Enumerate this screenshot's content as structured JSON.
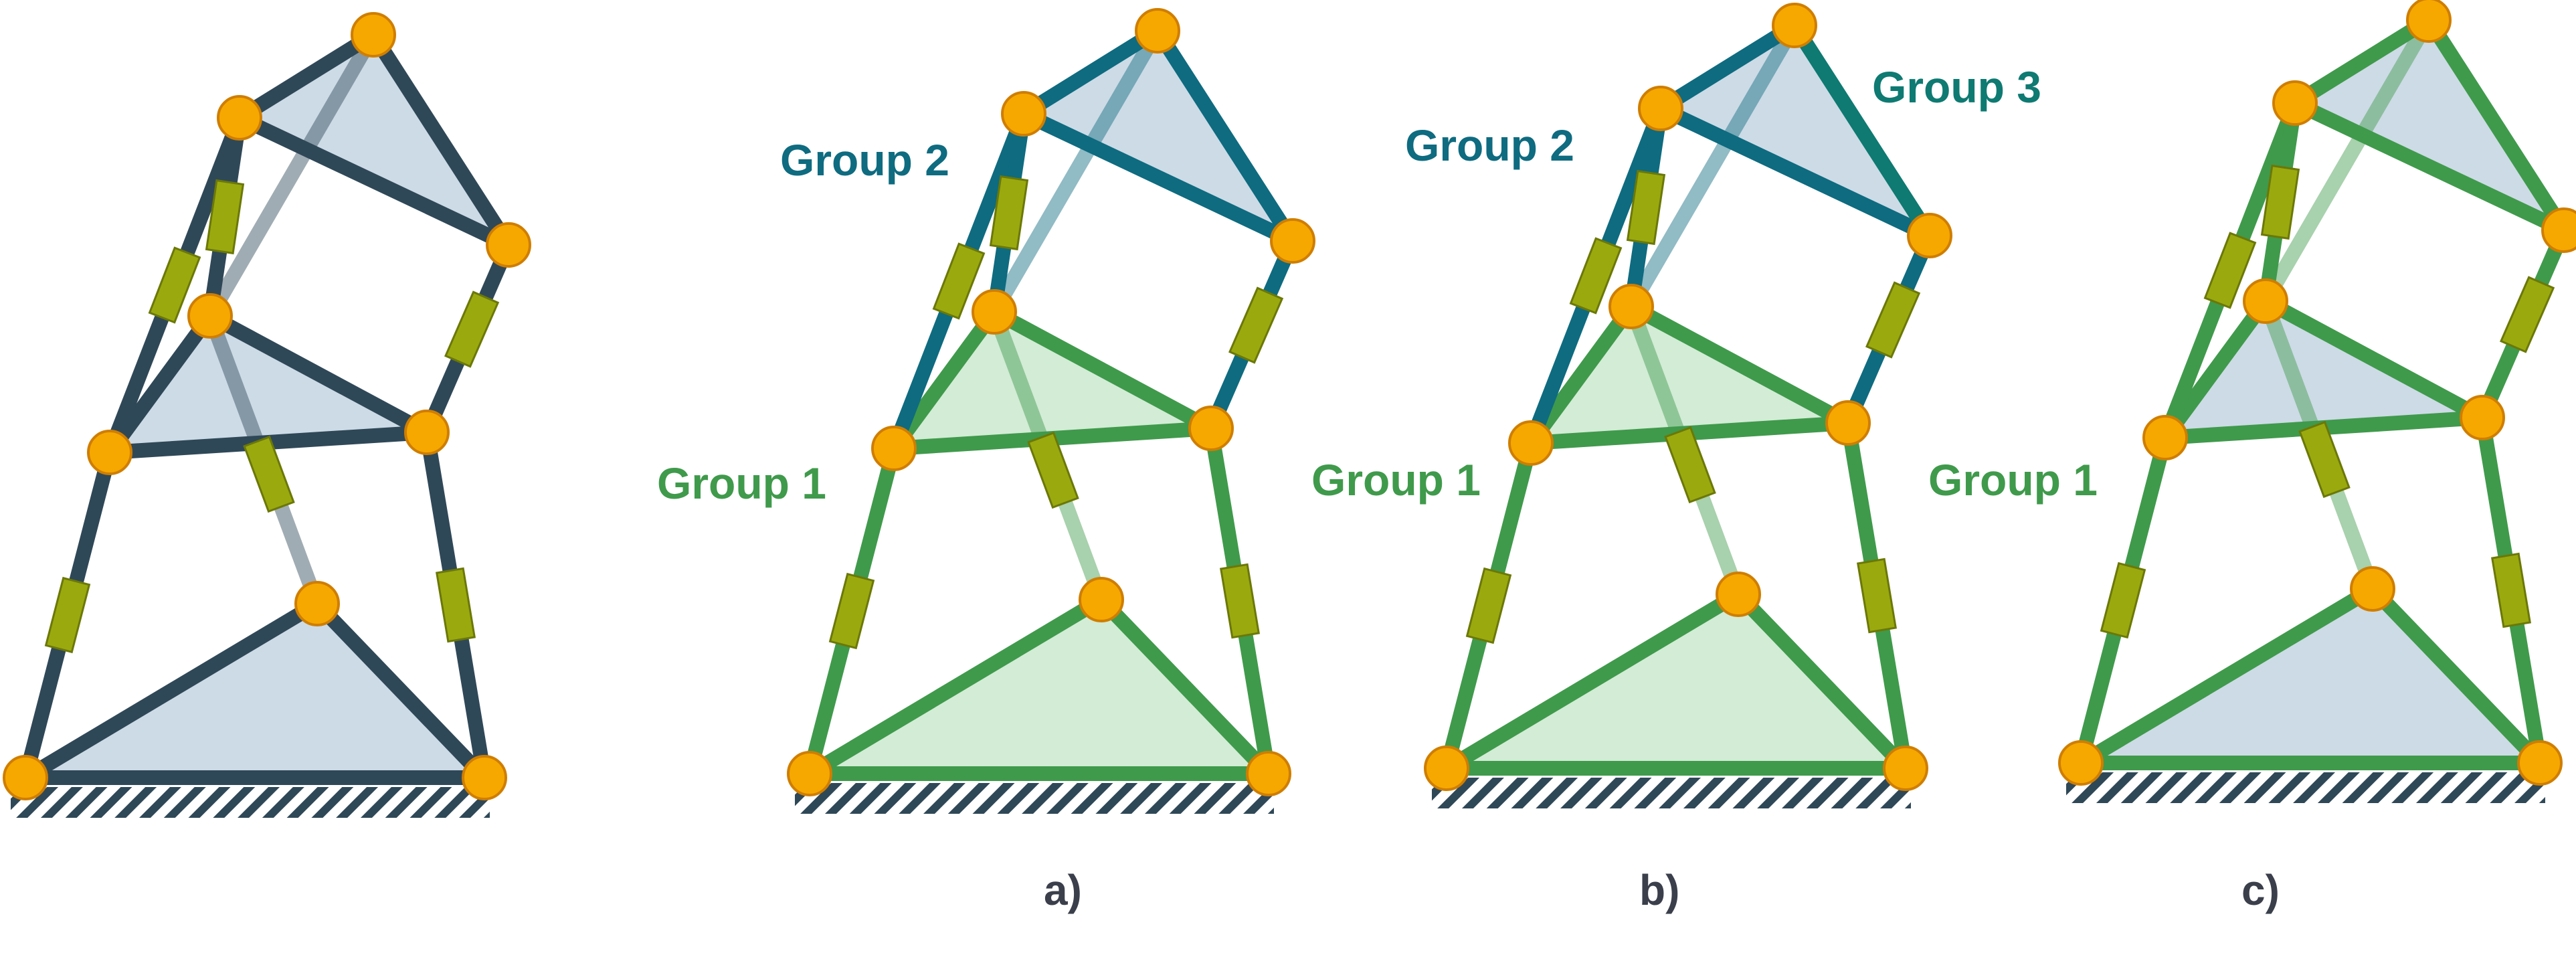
{
  "colors": {
    "dark": "#2f4858",
    "teal": "#0e6b80",
    "green": "#3f9a4b",
    "node_fill": "#f7a800",
    "node_stroke": "#cf7e00",
    "actuator_fill": "#9aa90d",
    "actuator_stroke": "#6b7808",
    "face_blue": "#cddbe6",
    "face_green": "#d3ecd6",
    "label_group1": "#3f9a4b",
    "label_group2": "#0e6b80",
    "label_group3": "#0e7a72",
    "caption": "#3a3f4b",
    "hatch": "#2f4858"
  },
  "panels": [
    {
      "id": "original",
      "caption": "",
      "labels": []
    },
    {
      "id": "a",
      "caption": "a)",
      "labels": [
        {
          "text": "Group 2",
          "group": "g2"
        },
        {
          "text": "Group 1",
          "group": "g1"
        }
      ]
    },
    {
      "id": "b",
      "caption": "b)",
      "labels": [
        {
          "text": "Group 2",
          "group": "g2"
        },
        {
          "text": "Group 3",
          "group": "g3"
        },
        {
          "text": "Group 1",
          "group": "g1"
        }
      ]
    },
    {
      "id": "c",
      "caption": "c)",
      "labels": [
        {
          "text": "Group 1",
          "group": "g1"
        }
      ]
    }
  ]
}
